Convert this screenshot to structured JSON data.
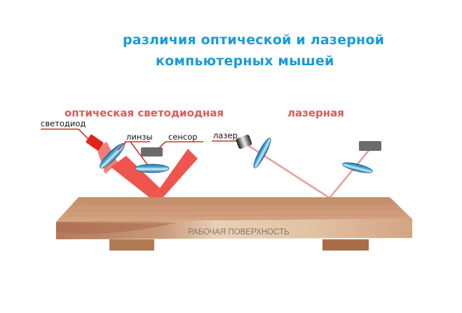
{
  "title": {
    "line1": "различия оптической и лазерной",
    "line2": "компьютерных мышей"
  },
  "optical": {
    "heading": "оптическая светодиодная",
    "labels": {
      "led": "светодиод",
      "lenses": "линзы",
      "sensor": "сенсор"
    }
  },
  "laser": {
    "heading": "лазерная",
    "labels": {
      "laser": "лазер"
    }
  },
  "surface": {
    "label": "РАБОЧАЯ ПОВЕРХНОСТЬ"
  },
  "colors": {
    "title": "#1a9ad6",
    "heading": "#e05a5a",
    "beam_optical": "#f0544f",
    "beam_laser": "#e9a09c",
    "lens": "#3a9fd0",
    "sensor": "#6b6b6b",
    "wood": "#c8926a"
  }
}
